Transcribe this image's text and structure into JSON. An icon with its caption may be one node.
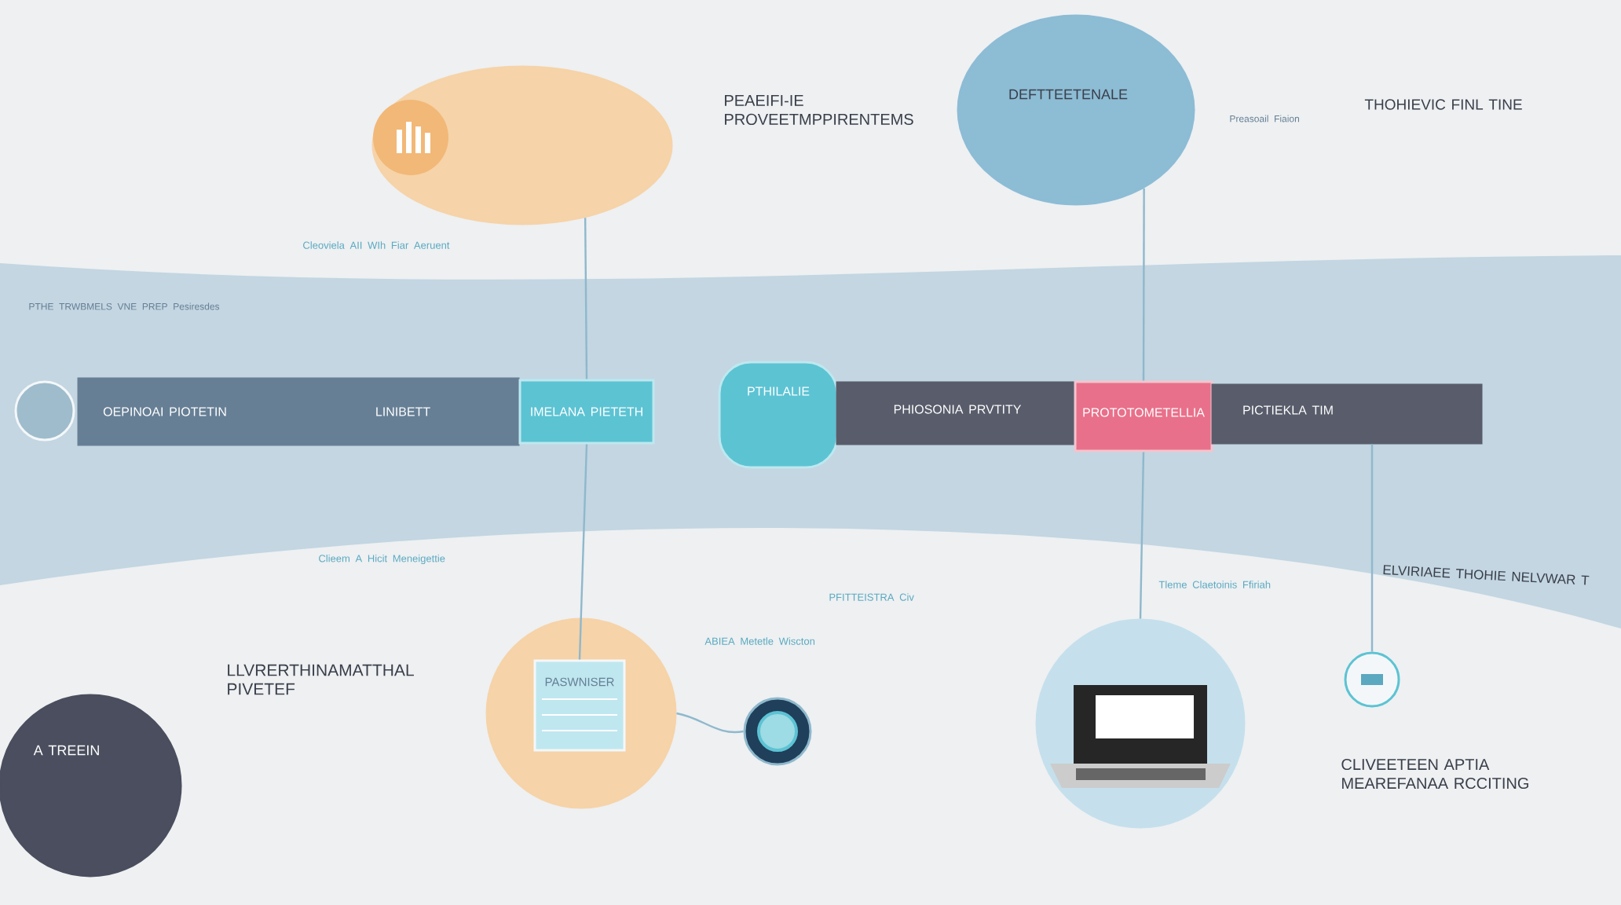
{
  "diagram": {
    "nodes": [
      {
        "text": [],
        "shape": "circle"
      },
      {
        "text": [
          "OEPINOAI PIOTETIN",
          "LINIBETT"
        ]
      },
      {
        "text": [
          "IMELANA PIETETH"
        ]
      },
      {
        "text": [
          "PTHILALIE"
        ]
      },
      {
        "text": [
          "PHIOSONIA PRVTITY"
        ]
      },
      {
        "text": [
          "PROTOTOMETELLIA"
        ]
      },
      {
        "text": [
          "PICTIEKLA TIM"
        ]
      },
      {
        "text": [],
        "shape": "cloud"
      },
      {
        "text": [
          "DEFTTEETENALE"
        ]
      },
      {
        "text": [],
        "shape": "circle"
      },
      {
        "text": [
          "PASWNISER"
        ],
        "in": 9
      },
      {
        "text": [],
        "shape": "circle"
      },
      {
        "text": [],
        "shape": "picture"
      },
      {
        "text": [],
        "shape": "circle"
      },
      {
        "text": [
          "A TREEIN"
        ]
      }
    ],
    "edges": [
      {
        "from": 7,
        "to": 2,
        "arrow": "none"
      },
      {
        "from": 2,
        "to": 10,
        "arrow": "none"
      },
      {
        "from": 8,
        "to": 5,
        "arrow": "none"
      },
      {
        "from": 5,
        "to": 12,
        "arrow": "none"
      },
      {
        "from": 6,
        "to": 13,
        "arrow": "none"
      },
      {
        "from": 9,
        "to": 11,
        "arrow": "none"
      }
    ],
    "labels": [
      "PEAEIFI-IE PROVEETMPPIRENTEMS",
      "THOHIEVIC FINL TINE",
      "Preasoail Fiaion",
      "Cleoviela AII WIh Fiar Aeruent",
      "PTHE TRWBMELS VNE PREP Pesiresdes",
      "LLVRERTHINAMATTHAL PIVETEF",
      "Clieem A Hicit Meneigettie",
      "PFITTEISTRA Civ",
      "ABIEA Metetle Wiscton",
      "Tleme Claetoinis Ffiriah",
      "ELVIRIAEE THOHIE NELVWAR T",
      "CLIVEETEEN APTIA MEAREFANAA RCCITING"
    ]
  }
}
